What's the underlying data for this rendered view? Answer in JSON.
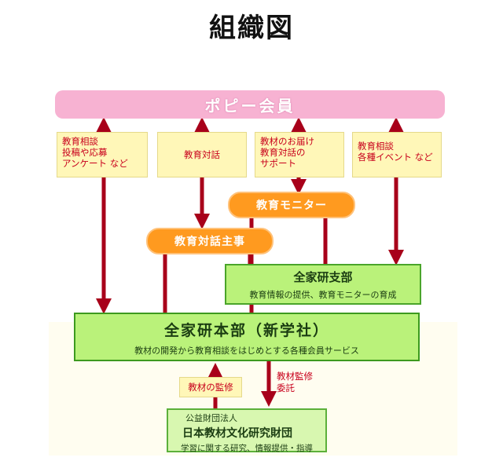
{
  "page_title": "組織図",
  "popy_members": "ポピー会員",
  "box_consult": [
    "教育相談",
    "投稿や応募",
    "アンケート など"
  ],
  "box_dialogue": "教育対話",
  "box_delivery": [
    "教材のお届け",
    "教育対話の",
    "サポート"
  ],
  "box_events": [
    "教育相談",
    "各種イベント など"
  ],
  "monitor": "教育モニター",
  "dialogue_lead": "教育対話主事",
  "branch": {
    "title": "全家研支部",
    "sub": "教育情報の提供、教育モニターの育成"
  },
  "hq": {
    "title": "全家研本部（新学社）",
    "sub": "教材の開発から教育相談をはじめとする各種会員サービス"
  },
  "supervision_box": "教材の監修",
  "supervision_commission": [
    "教材監修",
    "委託"
  ],
  "foundation": {
    "type": "公益財団法人",
    "title": "日本教材文化研究財団",
    "sub": "学習に関する研究、情報提供・指導"
  },
  "colors": {
    "arrow": "#a8001a",
    "pink": "#f7b2d2",
    "yellow": "#fff7b8",
    "orange": "#ff9a1f",
    "green": "#baf27a",
    "green_border": "#4aa52a",
    "label_red": "#c8001c"
  }
}
